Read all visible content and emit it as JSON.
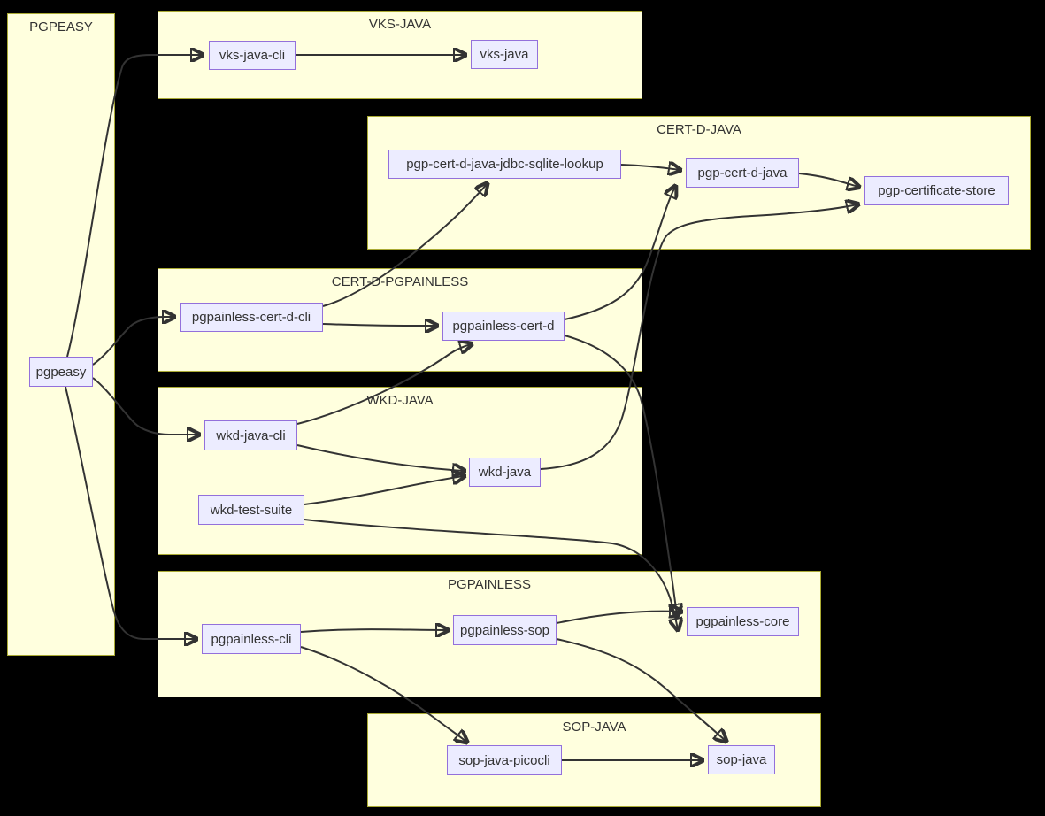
{
  "diagram": {
    "type": "module-dependency-flowchart",
    "background_color": "#000000",
    "colors": {
      "cluster_fill": "#ffffde",
      "cluster_border": "#aaaa33",
      "node_fill": "#ececff",
      "node_border": "#9370db",
      "edge": "#333333",
      "text": "#333333"
    },
    "clusters": [
      {
        "label": "PGPEASY",
        "nodes": [
          "pgpeasy"
        ]
      },
      {
        "label": "VKS-JAVA",
        "nodes": [
          "vks-java-cli",
          "vks-java"
        ]
      },
      {
        "label": "CERT-D-JAVA",
        "nodes": [
          "pgp-cert-d-java-jdbc-sqlite-lookup",
          "pgp-cert-d-java",
          "pgp-certificate-store"
        ]
      },
      {
        "label": "CERT-D-PGPAINLESS",
        "nodes": [
          "pgpainless-cert-d-cli",
          "pgpainless-cert-d"
        ]
      },
      {
        "label": "WKD-JAVA",
        "nodes": [
          "wkd-java-cli",
          "wkd-java",
          "wkd-test-suite"
        ]
      },
      {
        "label": "PGPAINLESS",
        "nodes": [
          "pgpainless-cli",
          "pgpainless-sop",
          "pgpainless-core"
        ]
      },
      {
        "label": "SOP-JAVA",
        "nodes": [
          "sop-java-picocli",
          "sop-java"
        ]
      }
    ],
    "node_labels": {
      "pgpeasy": "pgpeasy",
      "vks-java-cli": "vks-java-cli",
      "vks-java": "vks-java",
      "pgp-cert-d-java-jdbc-sqlite-lookup": "pgp-cert-d-java-jdbc-sqlite-lookup",
      "pgp-cert-d-java": "pgp-cert-d-java",
      "pgp-certificate-store": "pgp-certificate-store",
      "pgpainless-cert-d-cli": "pgpainless-cert-d-cli",
      "pgpainless-cert-d": "pgpainless-cert-d",
      "wkd-java-cli": "wkd-java-cli",
      "wkd-java": "wkd-java",
      "wkd-test-suite": "wkd-test-suite",
      "pgpainless-cli": "pgpainless-cli",
      "pgpainless-sop": "pgpainless-sop",
      "pgpainless-core": "pgpainless-core",
      "sop-java-picocli": "sop-java-picocli",
      "sop-java": "sop-java"
    },
    "edges": [
      {
        "from": "pgpeasy",
        "to": "vks-java-cli"
      },
      {
        "from": "pgpeasy",
        "to": "pgpainless-cert-d-cli"
      },
      {
        "from": "pgpeasy",
        "to": "wkd-java-cli"
      },
      {
        "from": "pgpeasy",
        "to": "pgpainless-cli"
      },
      {
        "from": "vks-java-cli",
        "to": "vks-java"
      },
      {
        "from": "pgp-cert-d-java-jdbc-sqlite-lookup",
        "to": "pgp-cert-d-java"
      },
      {
        "from": "pgp-cert-d-java",
        "to": "pgp-certificate-store"
      },
      {
        "from": "pgpainless-cert-d-cli",
        "to": "pgpainless-cert-d"
      },
      {
        "from": "pgpainless-cert-d-cli",
        "to": "pgp-cert-d-java-jdbc-sqlite-lookup"
      },
      {
        "from": "pgpainless-cert-d",
        "to": "pgp-cert-d-java"
      },
      {
        "from": "pgpainless-cert-d",
        "to": "pgpainless-core"
      },
      {
        "from": "wkd-java-cli",
        "to": "pgpainless-cert-d"
      },
      {
        "from": "wkd-java-cli",
        "to": "wkd-java"
      },
      {
        "from": "wkd-test-suite",
        "to": "wkd-java"
      },
      {
        "from": "wkd-java",
        "to": "pgp-certificate-store"
      },
      {
        "from": "wkd-test-suite",
        "to": "pgpainless-core"
      },
      {
        "from": "pgpainless-cli",
        "to": "pgpainless-sop"
      },
      {
        "from": "pgpainless-cli",
        "to": "sop-java-picocli"
      },
      {
        "from": "pgpainless-sop",
        "to": "pgpainless-core"
      },
      {
        "from": "pgpainless-sop",
        "to": "sop-java"
      },
      {
        "from": "sop-java-picocli",
        "to": "sop-java"
      }
    ]
  }
}
